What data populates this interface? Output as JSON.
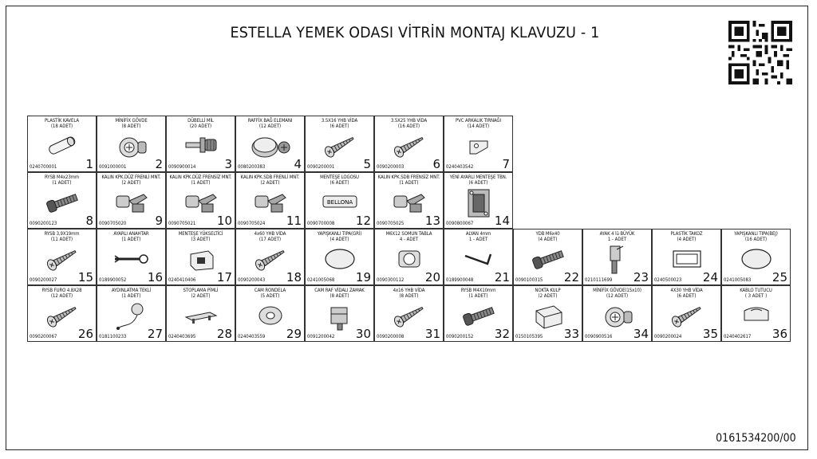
{
  "title": "ESTELLA YEMEK ODASI VİTRİN MONTAJ KLAVUZU - 1",
  "doc_number": "0161534200/00",
  "parts": [
    {
      "num": "1",
      "name": "PLASTİK KAVELA",
      "qty": "(18 ADET)",
      "code": "0240700001",
      "icon": "dowel-icon"
    },
    {
      "num": "2",
      "name": "MİNİFİX GÖVDE",
      "qty": "(8 ADET)",
      "code": "0091000001",
      "icon": "minifix-body-icon"
    },
    {
      "num": "3",
      "name": "DÜBELLİ MİL",
      "qty": "(20 ADET)",
      "code": "0090900014",
      "icon": "dowel-bolt-icon"
    },
    {
      "num": "4",
      "name": "RAFFİX BAĞ ELEMANI",
      "qty": "(12 ADET)",
      "code": "0080200383",
      "icon": "raffix-connector-icon"
    },
    {
      "num": "5",
      "name": "3.5X16 YHB VİDA",
      "qty": "(6 ADET)",
      "code": "0090200001",
      "icon": "screw-icon"
    },
    {
      "num": "6",
      "name": "3.5X25 YHB VİDA",
      "qty": "(16 ADET)",
      "code": "0090200003",
      "icon": "screw-icon"
    },
    {
      "num": "7",
      "name": "PVC ARKALIK TIRNAĞI",
      "qty": "(14 ADET)",
      "code": "0240403542",
      "icon": "back-panel-clip-icon"
    },
    {
      "num": "8",
      "name": "RYSB M4x23mm",
      "qty": "(1 ADET)",
      "code": "0090200123",
      "icon": "bolt-icon"
    },
    {
      "num": "9",
      "name": "KALIN KPK.DÜZ FRENLİ MNT.",
      "qty": "(2 ADET)",
      "code": "0090705020",
      "icon": "hinge-icon"
    },
    {
      "num": "10",
      "name": "KALIN KPK.DÜZ FRENSİZ MNT.",
      "qty": "(1 ADET)",
      "code": "0090705021",
      "icon": "hinge-icon"
    },
    {
      "num": "11",
      "name": "KALIN KPK.SDB FRENLİ MNT.",
      "qty": "(2 ADET)",
      "code": "0090705024",
      "icon": "hinge-icon"
    },
    {
      "num": "12",
      "name": "MENTEŞE LOGOSU",
      "qty": "(6 ADET)",
      "code": "0090700008",
      "icon": "hinge-logo-icon",
      "label": "BELLONA"
    },
    {
      "num": "13",
      "name": "KALIN KPK.SDB FRENSİZ MNT.",
      "qty": "(1 ADET)",
      "code": "0090705025",
      "icon": "hinge-icon"
    },
    {
      "num": "14",
      "name": "YENİ AYARLI MENTEŞE TBN.",
      "qty": "(6 ADET)",
      "code": "0090800067",
      "icon": "hinge-plate-icon"
    },
    {
      "num": "15",
      "name": "RYSB 3,9X19mm",
      "qty": "(11 ADET)",
      "code": "0090200027",
      "icon": "screw-icon"
    },
    {
      "num": "16",
      "name": "AYARLI ANAHTAR",
      "qty": "(1 ADET)",
      "code": "0189900052",
      "icon": "wrench-icon"
    },
    {
      "num": "17",
      "name": "MENTEŞE YÜKSELTİCİ",
      "qty": "(3 ADET)",
      "code": "0240410406",
      "icon": "hinge-riser-icon"
    },
    {
      "num": "18",
      "name": "4x60 YHB VİDA",
      "qty": "(17 ADET)",
      "code": "0090200043",
      "icon": "screw-icon"
    },
    {
      "num": "19",
      "name": "YAPIŞKANLI TIPA(GRİ)",
      "qty": "(4 ADET)",
      "code": "0241005068",
      "icon": "adhesive-cap-icon"
    },
    {
      "num": "20",
      "name": "M6X12 SOMUN TABLA",
      "qty": "4 - ADET",
      "code": "0090300112",
      "icon": "nut-plate-icon"
    },
    {
      "num": "21",
      "name": "ALYAN 4mm",
      "qty": "1 - ADET",
      "code": "0189900048",
      "icon": "allen-key-icon"
    },
    {
      "num": "22",
      "name": "YDB M6x40",
      "qty": "(4 ADET)",
      "code": "0090100315",
      "icon": "bolt-icon"
    },
    {
      "num": "23",
      "name": "AYAK 4 lü BÜYÜK",
      "qty": "1 - ADET",
      "code": "0210111699",
      "icon": "leg-icon"
    },
    {
      "num": "24",
      "name": "PLASTİK TAKOZ",
      "qty": "(4 ADET)",
      "code": "0240500023",
      "icon": "plastic-block-icon"
    },
    {
      "num": "25",
      "name": "YAPIŞKANLI TIPA(BEJ)",
      "qty": "(16 ADET)",
      "code": "0241005083",
      "icon": "adhesive-cap-icon"
    },
    {
      "num": "26",
      "name": "RYSB FURO 4.8X28",
      "qty": "(12 ADET)",
      "code": "0090200067",
      "icon": "screw-icon"
    },
    {
      "num": "27",
      "name": "AYDINLATMA TEKLİ",
      "qty": "(1 ADET)",
      "code": "0181100233",
      "icon": "light-icon"
    },
    {
      "num": "28",
      "name": "STOPLAMA PİMLİ",
      "qty": "(2 ADET)",
      "code": "0240403695",
      "icon": "stopper-icon"
    },
    {
      "num": "29",
      "name": "CAM RONDELA",
      "qty": "(5 ADET)",
      "code": "0240403559",
      "icon": "washer-icon"
    },
    {
      "num": "30",
      "name": "CAM RAF VİDALI ZAMAK",
      "qty": "(8 ADET)",
      "code": "0091200042",
      "icon": "shelf-support-icon"
    },
    {
      "num": "31",
      "name": "4x16 YHB VİDA",
      "qty": "(8 ADET)",
      "code": "0090200008",
      "icon": "screw-icon"
    },
    {
      "num": "32",
      "name": "RYSB M4X10mm",
      "qty": "(1 ADET)",
      "code": "0090200152",
      "icon": "bolt-icon"
    },
    {
      "num": "33",
      "name": "NOKTA KULP",
      "qty": "(2 ADET)",
      "code": "0150105395",
      "icon": "knob-icon"
    },
    {
      "num": "34",
      "name": "MİNİFİX GÖVDE(15x10)",
      "qty": "(12 ADET)",
      "code": "0090900516",
      "icon": "minifix-body-icon"
    },
    {
      "num": "35",
      "name": "4X30 YHB VİDA",
      "qty": "(6 ADET)",
      "code": "0090200024",
      "icon": "screw-icon"
    },
    {
      "num": "36",
      "name": "KABLO TUTUCU",
      "qty": "( 3 ADET )",
      "code": "0240402617",
      "icon": "cable-holder-icon"
    }
  ]
}
